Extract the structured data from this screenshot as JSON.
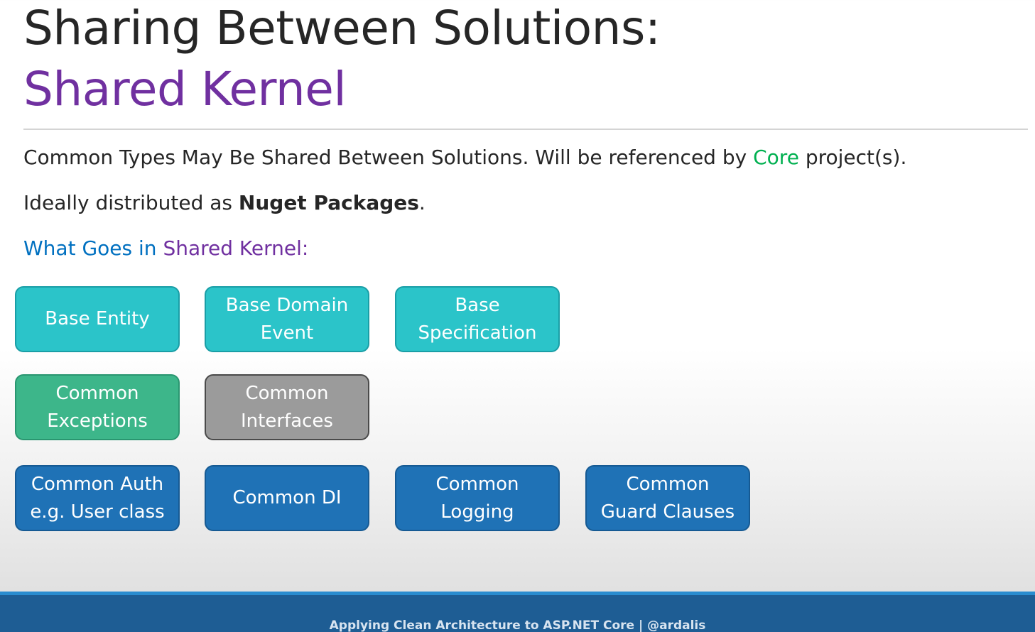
{
  "slide": {
    "title_line1": "Sharing Between Solutions:",
    "title_line2": "Shared Kernel",
    "paragraph1": {
      "before": "Common Types May Be Shared Between Solutions. Will be referenced by ",
      "highlight": "Core",
      "after": " project(s)."
    },
    "paragraph2": {
      "before": "Ideally distributed as ",
      "bold": "Nuget Packages",
      "after": "."
    },
    "subheading": {
      "part1": "What Goes in ",
      "part2": "Shared Kernel:"
    },
    "boxes": {
      "base_entity": "Base Entity",
      "base_domain_event_l1": "Base Domain",
      "base_domain_event_l2": "Event",
      "base_specification_l1": "Base",
      "base_specification_l2": "Specification",
      "common_exceptions_l1": "Common",
      "common_exceptions_l2": "Exceptions",
      "common_interfaces_l1": "Common",
      "common_interfaces_l2": "Interfaces",
      "common_auth_l1": "Common Auth",
      "common_auth_l2": "e.g. User class",
      "common_di": "Common DI",
      "common_logging_l1": "Common",
      "common_logging_l2": "Logging",
      "common_guard_l1": "Common",
      "common_guard_l2": "Guard Clauses"
    },
    "footer": "Applying Clean Architecture to ASP.NET Core | @ardalis"
  },
  "colors": {
    "title_dark": "#262626",
    "title_purple": "#7030a0",
    "core_green": "#00b050",
    "subheading_blue": "#0070c0",
    "box_teal": "#2bc4c9",
    "box_green": "#3db68a",
    "box_grey": "#9b9b9b",
    "box_navy": "#1f72b6",
    "footer_bar": "#1e5d94"
  }
}
